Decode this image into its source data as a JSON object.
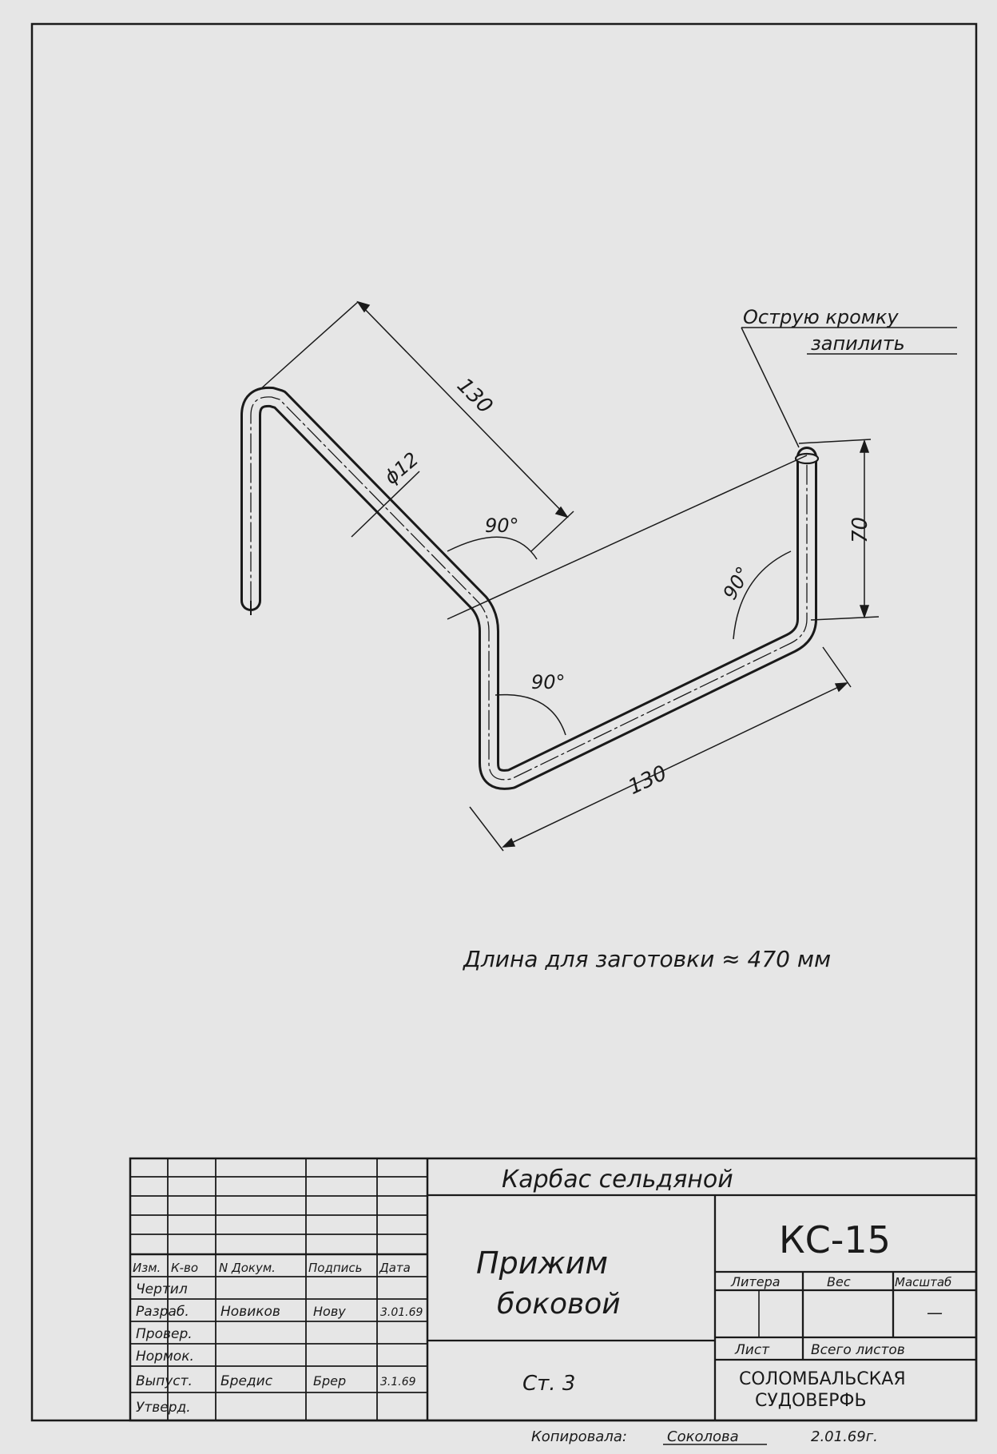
{
  "drawing": {
    "note_sharp_edge_line1": "Острую кромку",
    "note_sharp_edge_line2": "запилить",
    "dim_top_length": "130",
    "dim_diameter": "ϕ12",
    "dim_angle_top": "90°",
    "dim_angle_right": "90°",
    "dim_angle_bottom": "90°",
    "dim_height": "70",
    "dim_bottom_length": "130",
    "blank_length_note": "Длина для заготовки ≈ 470 мм"
  },
  "title_block": {
    "project_name": "Карбас сельдяной",
    "part_name_line1": "Прижим",
    "part_name_line2": "боковой",
    "material": "Ст. 3",
    "designation": "КС-15",
    "col_headers": {
      "izm": "Изм.",
      "kvo": "К-во",
      "ndokum": "N Докум.",
      "podpis": "Подпись",
      "data": "Дата"
    },
    "roles": {
      "chertil": "Чертил",
      "razrab": "Разраб.",
      "prover": "Провер.",
      "normok": "Нормок.",
      "vypusk": "Выпуст.",
      "utverd": "Утверд."
    },
    "razrab_name": "Новиков",
    "razrab_sign": "Нову",
    "razrab_date": "3.01.69",
    "vypusk_name": "Бредис",
    "vypusk_sign": "Брер",
    "vypusk_date": "3.1.69",
    "litera_label": "Литера",
    "ves_label": "Вес",
    "masshtab_label": "Масштаб",
    "masshtab_value": "—",
    "list_label": "Лист",
    "vsego_listov_label": "Всего листов",
    "org_line1": "СОЛОМБАЛЬСКАЯ",
    "org_line2": "СУДОВЕРФЬ"
  },
  "footer": {
    "copied_label": "Копировала:",
    "copied_name": "Соколова",
    "copied_date": "2.01.69г."
  }
}
